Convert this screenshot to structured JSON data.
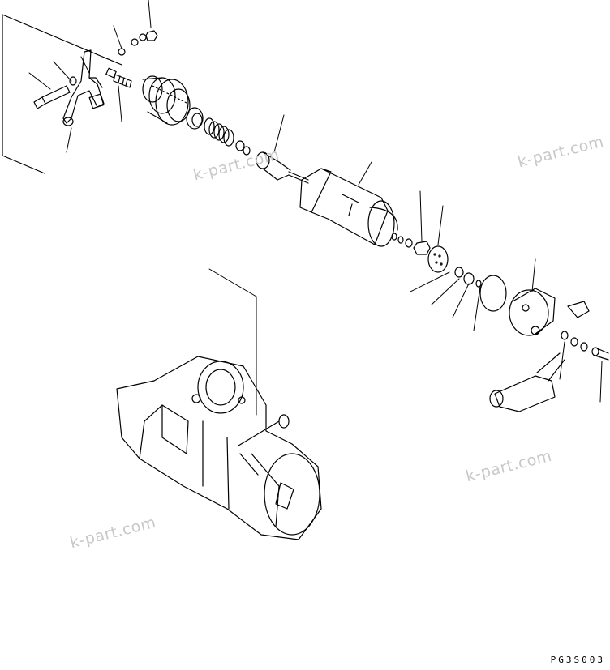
{
  "watermarks": [
    "k-part.com",
    "k-part.com",
    "k-part.com",
    "k-part.com"
  ],
  "drawing_code": "PG3S003"
}
